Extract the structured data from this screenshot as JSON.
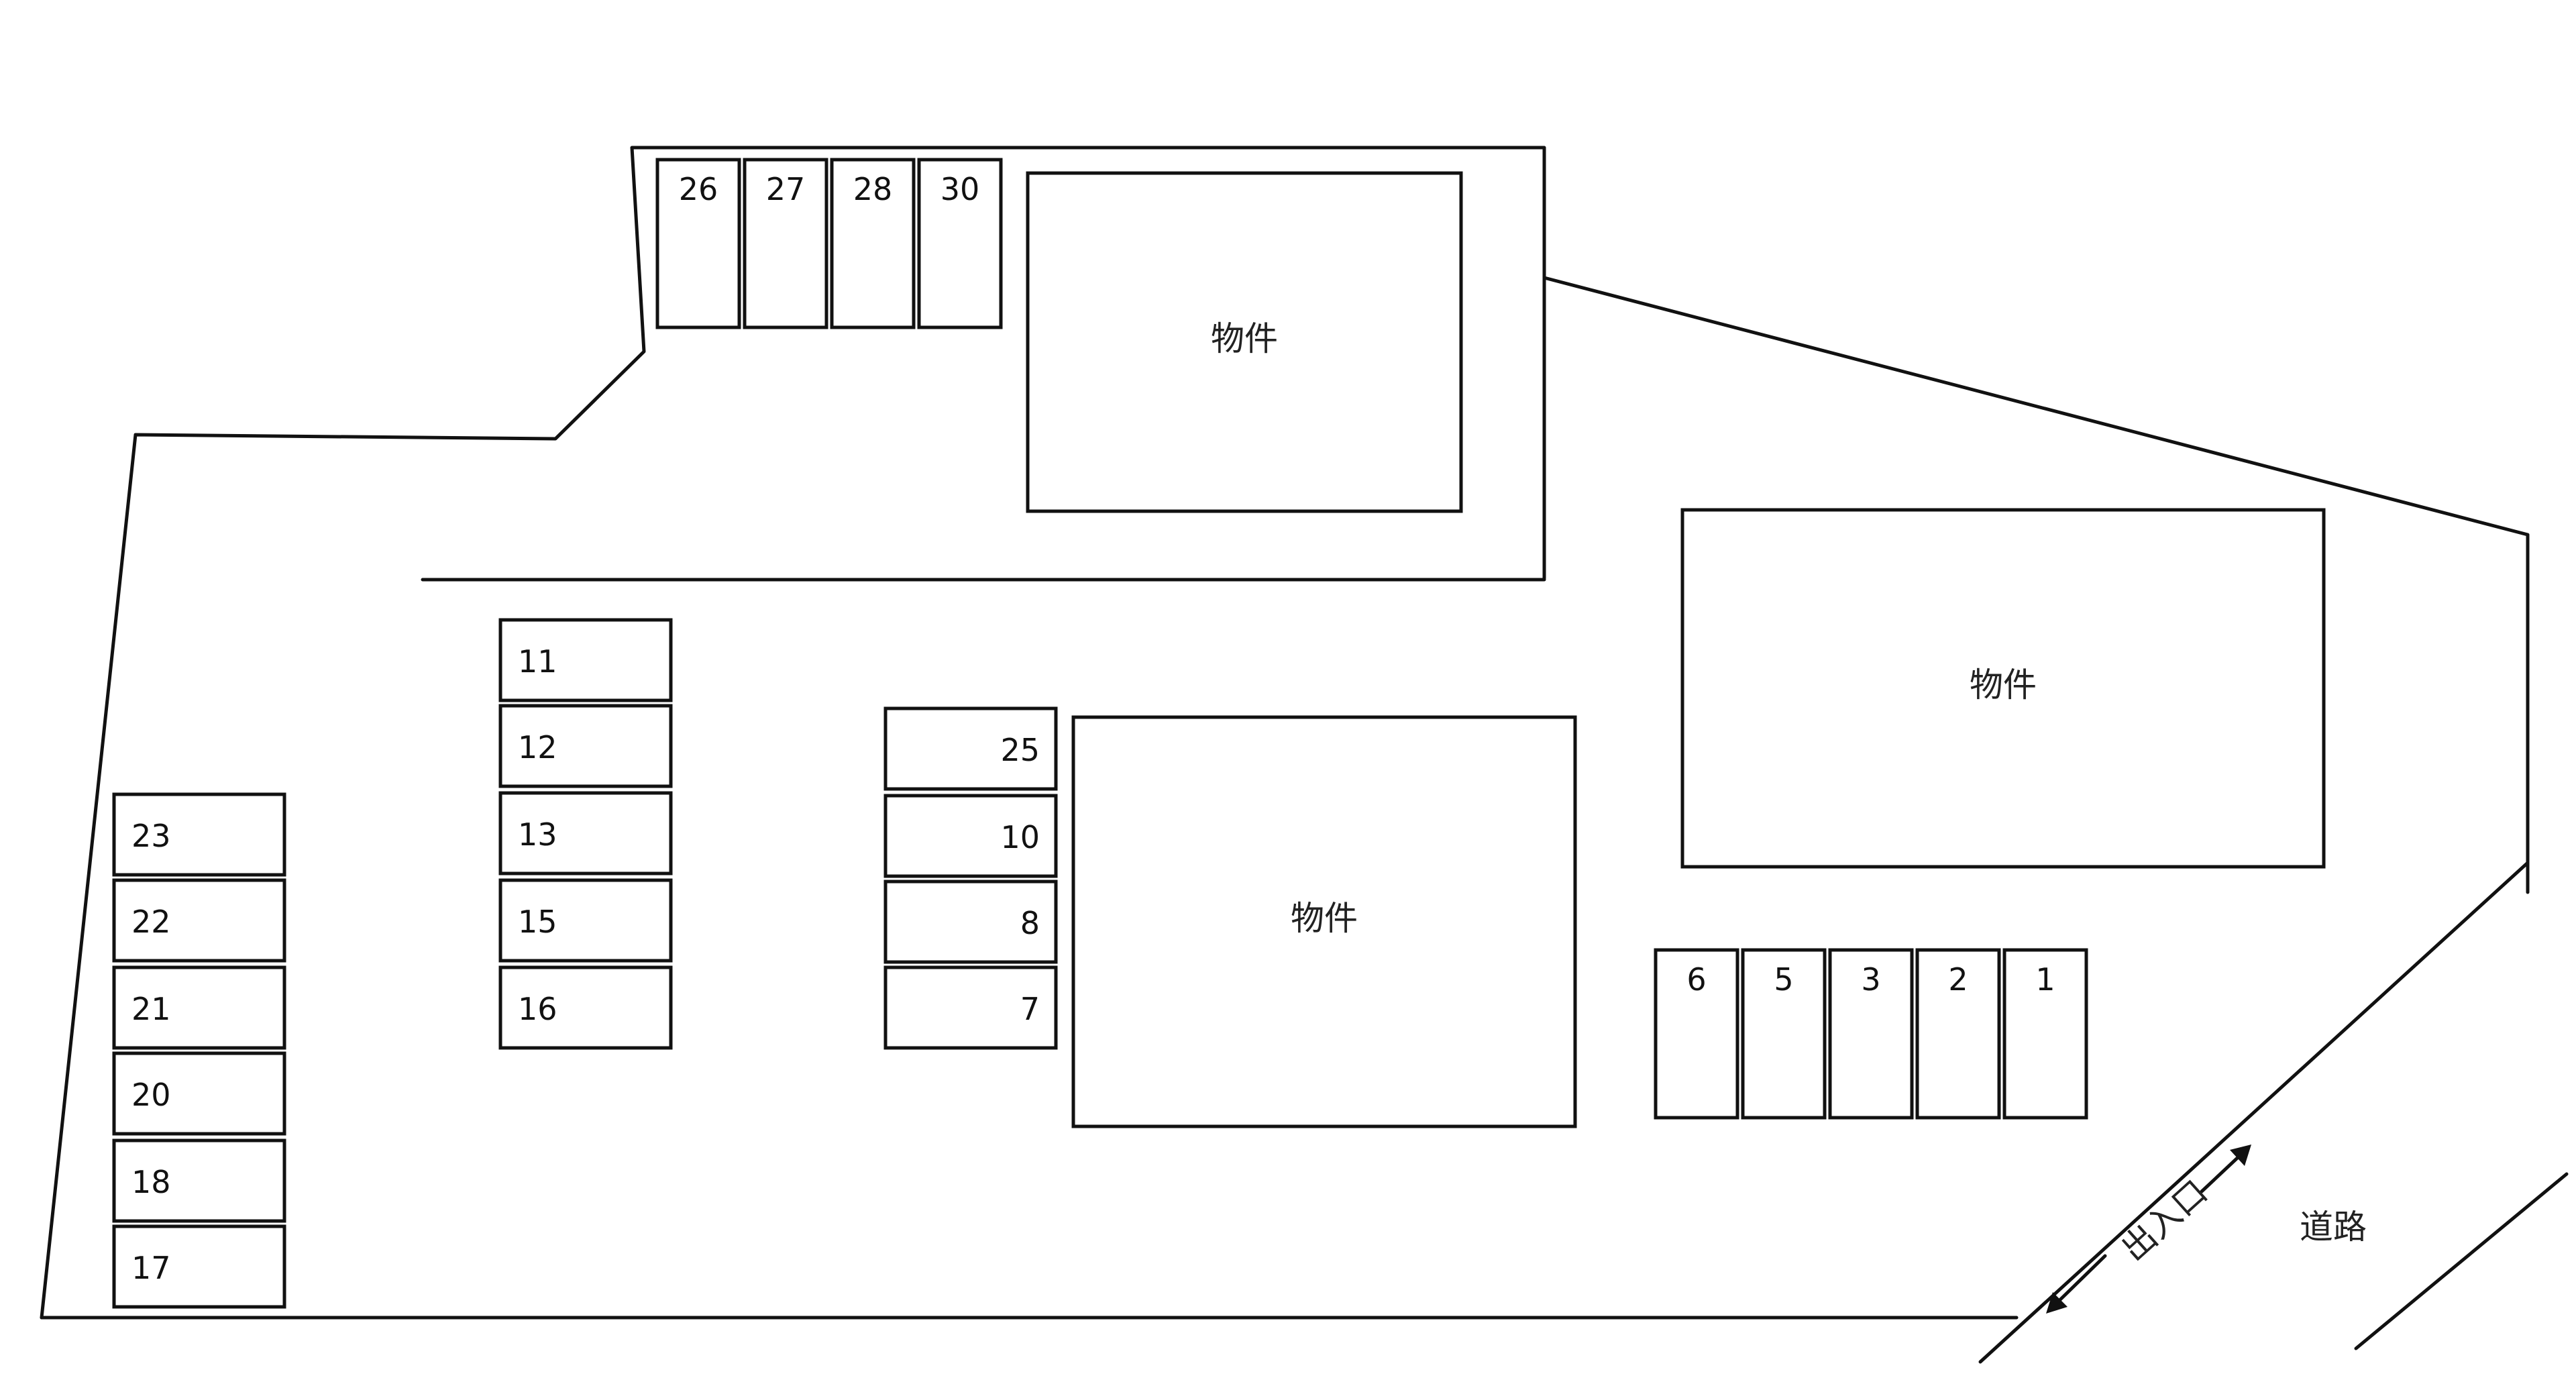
{
  "labels": {
    "building": "物件",
    "road": "道路",
    "entrance": "出入口"
  },
  "spots": {
    "top": [
      "26",
      "27",
      "28",
      "30"
    ],
    "left": [
      "23",
      "22",
      "21",
      "20",
      "18",
      "17"
    ],
    "middle_left": [
      "11",
      "12",
      "13",
      "15",
      "16"
    ],
    "middle_right": [
      "25",
      "10",
      "8",
      "7"
    ],
    "bottom_right": [
      "6",
      "5",
      "3",
      "2",
      "1"
    ]
  }
}
